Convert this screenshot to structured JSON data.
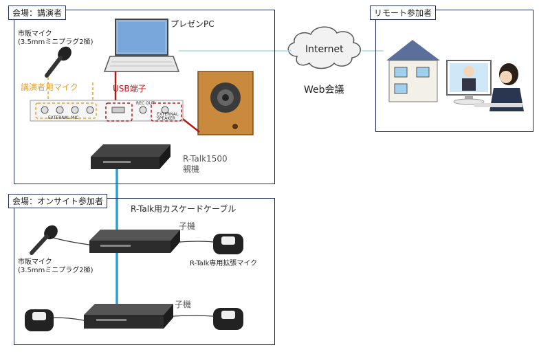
{
  "zones": {
    "presenter": "会場：講演者",
    "remote": "リモート参加者",
    "onsite": "会場：オンサイト参加者"
  },
  "labels": {
    "presentation_pc": "プレゼンPC",
    "internet": "Internet",
    "web_meeting": "Web会議",
    "commercial_mic_top_1": "市販マイク",
    "commercial_mic_top_2": "(3.5mmミニプラグ2極)",
    "presenter_mic": "講演者用マイク",
    "usb_port": "USB端子",
    "external_mic": "EXTERNAL MIC",
    "rec_out": "REC OUT",
    "external_speaker_1": "EXTERNAL",
    "external_speaker_2": "SPEAKER",
    "parent_unit_1": "R-Talk1500",
    "parent_unit_2": "親機",
    "cascade_cable": "R-Talk用カスケードケーブル",
    "child_unit_1": "子機",
    "child_unit_2": "子機",
    "commercial_mic_bottom_1": "市販マイク",
    "commercial_mic_bottom_2": "(3.5mmミニプラグ2極)",
    "expansion_mic": "R-Talk専用拡張マイク"
  },
  "colors": {
    "border": "#1f2d5c",
    "cable": "#2a9fd0",
    "orange": "#f0a020",
    "red": "#b01818"
  }
}
